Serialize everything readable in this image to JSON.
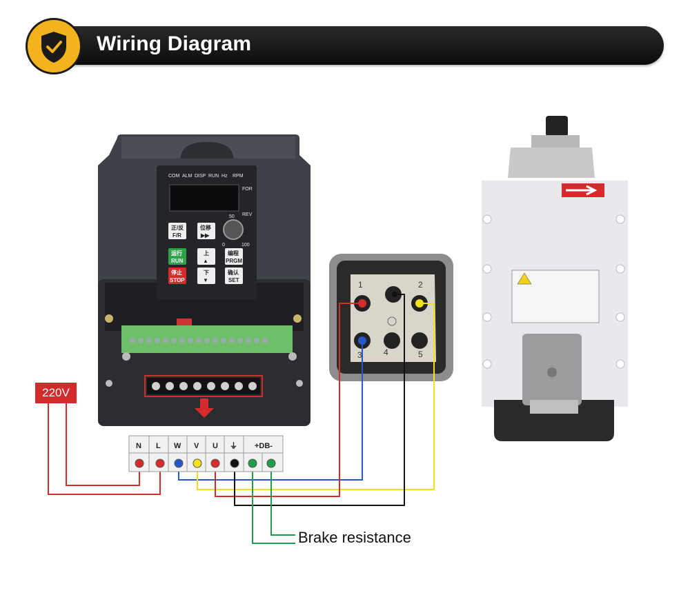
{
  "header": {
    "title": "Wiring Diagram"
  },
  "power": {
    "label": "220V"
  },
  "terminals": {
    "labels": [
      "N",
      "L",
      "W",
      "V",
      "U",
      "⏚",
      "+DB-"
    ]
  },
  "vfd": {
    "indicators": [
      "COM",
      "ALM",
      "DISP",
      "RUN",
      "Hz",
      "RPM"
    ],
    "for_label": "FOR",
    "rev_label": "REV",
    "knob_min": "0",
    "knob_mid": "50",
    "knob_max": "100",
    "keys": {
      "fr": "F/R",
      "fr_cn": "正/反",
      "shift": "▶▶",
      "shift_cn": "位移",
      "run": "RUN",
      "run_cn": "运行",
      "up": "▲",
      "up_cn": "上",
      "prgm": "PRGM",
      "prgm_cn": "编程",
      "stop": "STOP",
      "stop_cn": "停止",
      "down": "▼",
      "down_cn": "下",
      "set": "SET",
      "set_cn": "确认"
    }
  },
  "connector": {
    "pins": [
      "1",
      "2",
      "3",
      "4",
      "5"
    ]
  },
  "brake": {
    "label": "Brake resistance"
  },
  "colors": {
    "red": "#d62b2b",
    "blue": "#2657c9",
    "yellow": "#f2e21b",
    "black": "#111111",
    "green": "#1e9e4a",
    "badge": "#f4b31d"
  }
}
